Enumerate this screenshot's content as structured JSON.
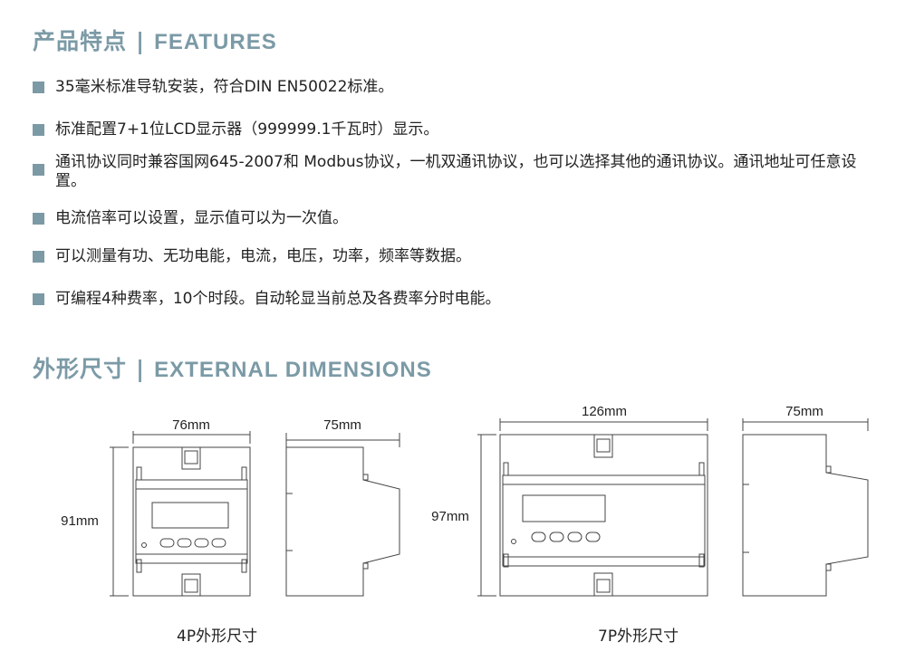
{
  "features": {
    "title_cn": "产品特点",
    "separator": "|",
    "title_en": "FEATURES",
    "items": [
      "35毫米标准导轨安装，符合DIN EN50022标准。",
      "标准配置7+1位LCD显示器（999999.1千瓦时）显示。",
      "通讯协议同时兼容国网645-2007和 Modbus协议，一机双通讯协议，也可以选择其他的通讯协议。通讯地址可任意设置。",
      "电流倍率可以设置，显示值可以为一次值。",
      "可以测量有功、无功电能，电流，电压，功率，频率等数据。",
      "可编程4种费率，10个时段。自动轮显当前总及各费率分时电能。"
    ]
  },
  "dimensions": {
    "title_cn": "外形尺寸",
    "separator": "|",
    "title_en": "EXTERNAL DIMENSIONS",
    "model_4p": {
      "width": "76mm",
      "height": "91mm",
      "depth": "75mm",
      "caption": "4P外形尺寸"
    },
    "model_7p": {
      "width": "126mm",
      "height": "97mm",
      "depth": "75mm",
      "caption": "7P外形尺寸"
    }
  },
  "colors": {
    "accent": "#7b9aa6",
    "line": "#444444"
  }
}
